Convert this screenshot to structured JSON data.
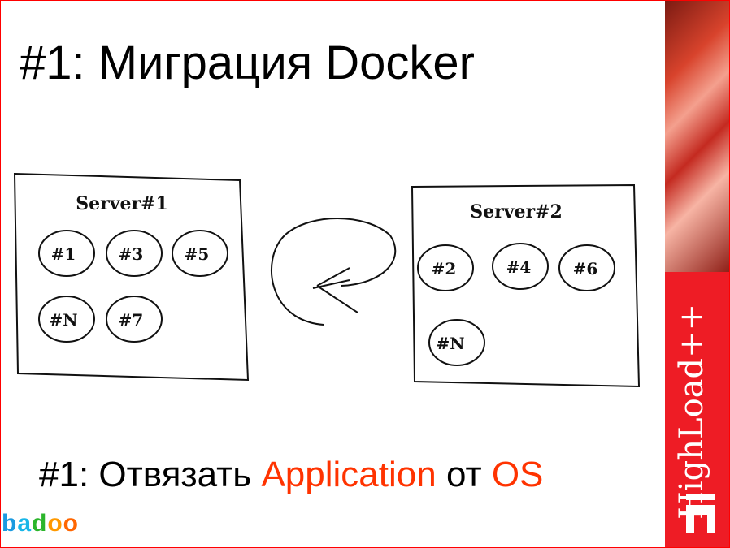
{
  "title": "#1: Миграция Docker",
  "diagram": {
    "server1": {
      "label": "Server#1",
      "containers": [
        "#1",
        "#3",
        "#5",
        "#N",
        "#7"
      ]
    },
    "server2": {
      "label": "Server#2",
      "containers": [
        "#2",
        "#4",
        "#6",
        "#N"
      ]
    }
  },
  "subtitle": {
    "prefix": "#1: Отвязать ",
    "app": "Application",
    "middle": " от ",
    "os": "OS"
  },
  "brand": {
    "conference": "HighLoad++",
    "company": "badoo",
    "accent": "#ff3300",
    "sidebar_color": "#ee1c25"
  }
}
